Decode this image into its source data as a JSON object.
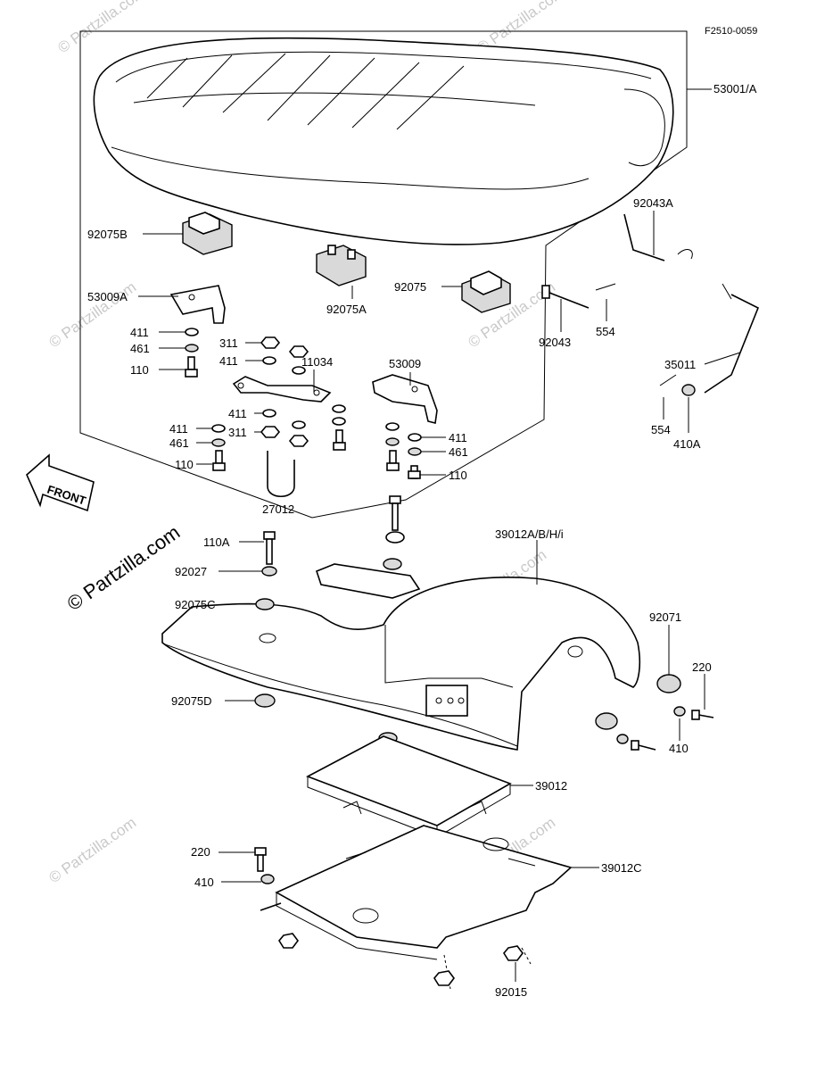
{
  "diagram_code": "F2510-0059",
  "watermark": "© Partzilla.com",
  "front_arrow": "FRONT",
  "callouts": {
    "c53001": "53001/A",
    "c92075B": "92075B",
    "c92075A": "92075A",
    "c92075": "92075",
    "c53009A": "53009A",
    "c411a": "411",
    "c461a": "461",
    "c110a": "110",
    "c311a": "311",
    "c411b": "411",
    "c11034": "11034",
    "c53009": "53009",
    "c411c": "411",
    "c411d": "411",
    "c461b": "461",
    "c311b": "311",
    "c110b": "110",
    "c27012": "27012",
    "c411e": "411",
    "c461c": "461",
    "c110c": "110",
    "c92043A": "92043A",
    "c92043": "92043",
    "c554a": "554",
    "c35011": "35011",
    "c554b": "554",
    "c410A": "410A",
    "c110A": "110A",
    "c92027": "92027",
    "c92075C": "92075C",
    "c92075D": "92075D",
    "c39012ABHi": "39012A/B/H/i",
    "c92071": "92071",
    "c220a": "220",
    "c410a": "410",
    "c39012": "39012",
    "c220b": "220",
    "c410b": "410",
    "c39012C": "39012C",
    "c92015": "92015"
  }
}
